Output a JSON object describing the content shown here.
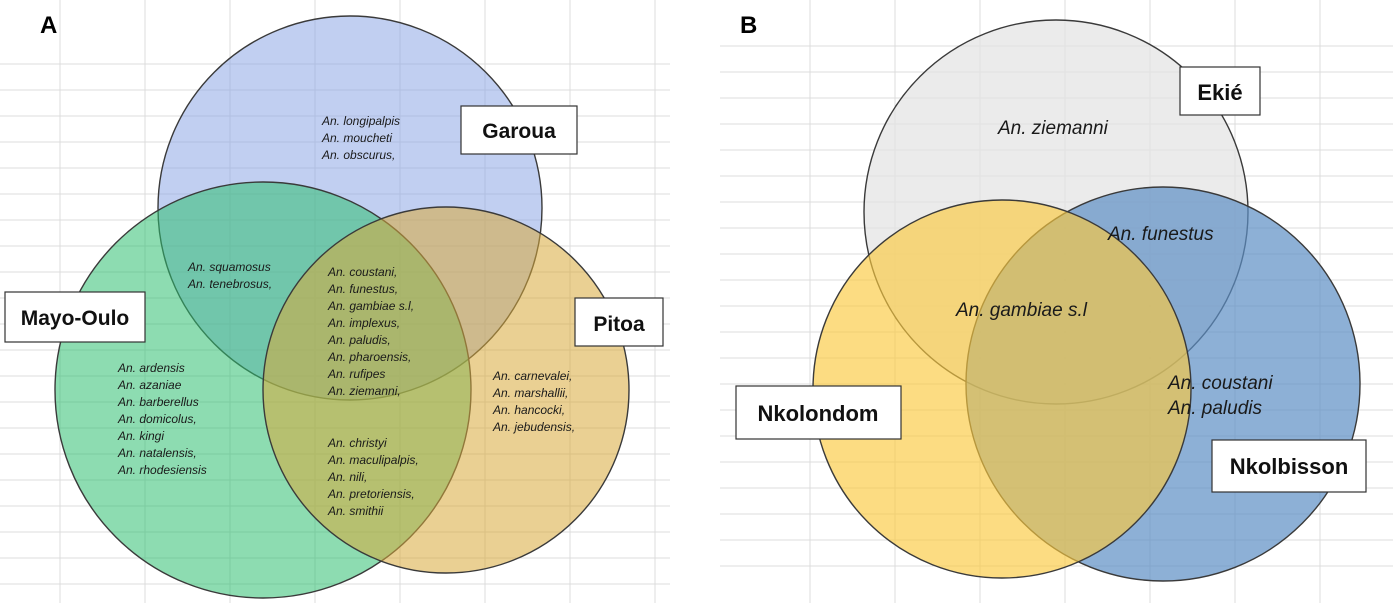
{
  "panels": [
    {
      "letter": "A",
      "sets": [
        {
          "label": "Garoua",
          "color": "#8ea7e6"
        },
        {
          "label": "Mayo-Oulo",
          "color": "#2fbf71"
        },
        {
          "label": "Pitoa",
          "color": "#d9a93a"
        }
      ],
      "regions": {
        "garoua_only": [
          "An. longipalpis",
          "An. moucheti",
          "An. obscurus,"
        ],
        "garoua_mayooulo": [
          "An. squamosus",
          "An. tenebrosus,"
        ],
        "all_three": [
          "An. coustani,",
          "An. funestus,",
          "An. gambiae s.l,",
          "An. implexus,",
          "An. paludis,",
          "An. pharoensis,",
          "An. rufipes",
          "An. ziemanni,"
        ],
        "mayooulo_only": [
          "An. ardensis",
          "An. azaniae",
          "An. barberellus",
          "An. domicolus,",
          "An. kingi",
          "An. natalensis,",
          "An. rhodesiensis"
        ],
        "mayooulo_pitoa": [
          "An. christyi",
          "An. maculipalpis,",
          "An. nili,",
          "An. pretoriensis,",
          "An. smithii"
        ],
        "pitoa_only": [
          "An. carnevalei,",
          "An. marshallii,",
          "An. hancocki,",
          "An. jebudensis,"
        ]
      }
    },
    {
      "letter": "B",
      "sets": [
        {
          "label": "Ekié",
          "color": "#e4e4e4"
        },
        {
          "label": "Nkolondom",
          "color": "#fbc93f"
        },
        {
          "label": "Nkolbisson",
          "color": "#5d8fc4"
        }
      ],
      "regions": {
        "ekie_only": [
          "An. ziemanni"
        ],
        "ekie_nkolbisson": [
          "An. funestus"
        ],
        "all_three": [
          "An. gambiae s.l"
        ],
        "nkolbisson_only": [
          "An. coustani",
          "An. paludis"
        ]
      }
    }
  ]
}
